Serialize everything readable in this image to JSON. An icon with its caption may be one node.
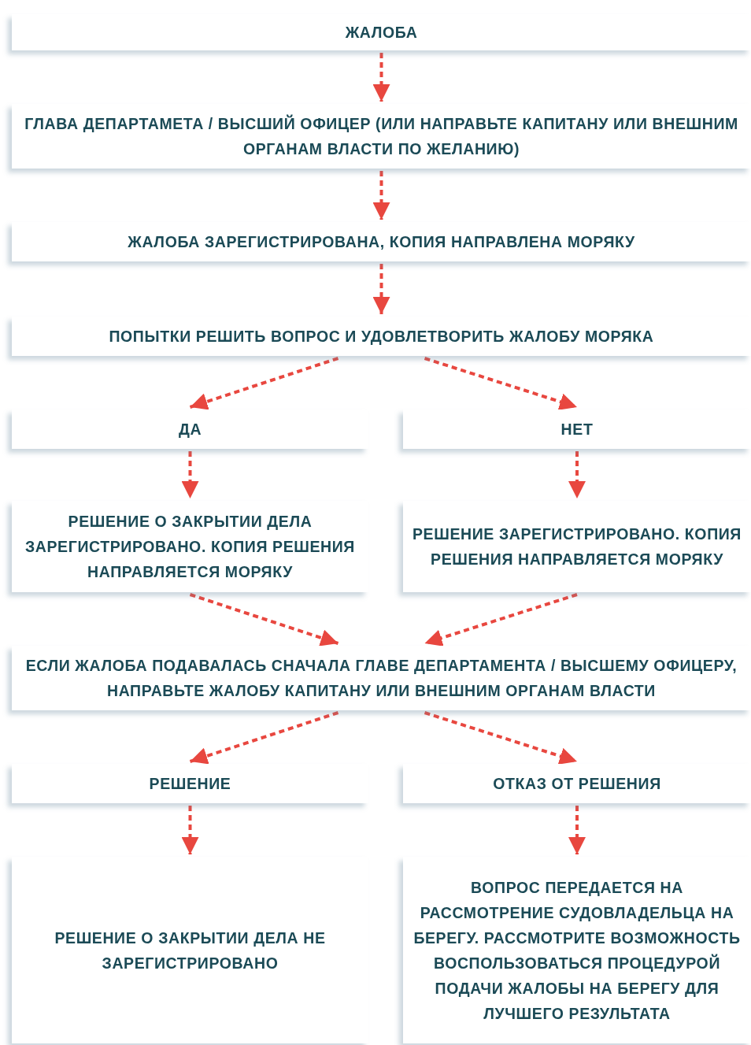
{
  "diagram": {
    "nodes": [
      {
        "text": [
          "ЖАЛОБА"
        ]
      },
      {
        "text": [
          "ГЛАВА ДЕПАРТАМЕТА / ВЫСШИЙ ОФИЦЕР (ИЛИ НАПРАВЬТЕ КАПИТАНУ ИЛИ ВНЕШНИМ ОРГАНАМ ВЛАСТИ ПО ЖЕЛАНИЮ)"
        ]
      },
      {
        "text": [
          "ЖАЛОБА ЗАРЕГИСТРИРОВАНА, КОПИЯ НАПРАВЛЕНА МОРЯКУ"
        ]
      },
      {
        "text": [
          "ПОПЫТКИ РЕШИТЬ ВОПРОС И УДОВЛЕТВОРИТЬ ЖАЛОБУ МОРЯКА"
        ]
      },
      {
        "text": [
          "ДА"
        ]
      },
      {
        "text": [
          "НЕТ"
        ]
      },
      {
        "text": [
          "РЕШЕНИЕ О ЗАКРЫТИИ ДЕЛА ЗАРЕГИСТРИРОВАНО. КОПИЯ РЕШЕНИЯ НАПРАВЛЯЕТСЯ МОРЯКУ"
        ]
      },
      {
        "text": [
          "РЕШЕНИЕ ЗАРЕГИСТРИРОВАНО. КОПИЯ РЕШЕНИЯ НАПРАВЛЯЕТСЯ МОРЯКУ"
        ]
      },
      {
        "text": [
          "ЕСЛИ ЖАЛОБА ПОДАВАЛАСЬ СНАЧАЛА ГЛАВЕ ДЕПАРТАМЕНТА / ВЫСШЕМУ ОФИЦЕРУ, НАПРАВЬТЕ ЖАЛОБУ КАПИТАНУ ИЛИ ВНЕШНИМ ОРГАНАМ ВЛАСТИ"
        ]
      },
      {
        "text": [
          "РЕШЕНИЕ"
        ]
      },
      {
        "text": [
          "ОТКАЗ ОТ РЕШЕНИЯ"
        ]
      },
      {
        "text": [
          "РЕШЕНИЕ О ЗАКРЫТИИ ДЕЛА НЕ ЗАРЕГИСТРИРОВАНО"
        ]
      },
      {
        "text": [
          "ВОПРОС ПЕРЕДАЕТСЯ НА РАССМОТРЕНИЕ СУДОВЛАДЕЛЬЦА НА БЕРЕГУ. РАССМОТРИТЕ ВОЗМОЖНОСТЬ ВОСПОЛЬЗОВАТЬСЯ ПРОЦЕДУРОЙ ПОДАЧИ ЖАЛОБЫ НА БЕРЕГУ ДЛЯ ЛУЧШЕГО РЕЗУЛЬТАТА"
        ]
      }
    ],
    "edges": [
      {
        "from": 0,
        "to": 1,
        "arrow": "to",
        "style": "dashed"
      },
      {
        "from": 1,
        "to": 2,
        "arrow": "to",
        "style": "dashed"
      },
      {
        "from": 2,
        "to": 3,
        "arrow": "to",
        "style": "dashed"
      },
      {
        "from": 3,
        "to": 4,
        "arrow": "to",
        "style": "dashed"
      },
      {
        "from": 3,
        "to": 5,
        "arrow": "to",
        "style": "dashed"
      },
      {
        "from": 4,
        "to": 6,
        "arrow": "to",
        "style": "dashed"
      },
      {
        "from": 5,
        "to": 7,
        "arrow": "to",
        "style": "dashed"
      },
      {
        "from": 6,
        "to": 8,
        "arrow": "to",
        "style": "dashed"
      },
      {
        "from": 7,
        "to": 8,
        "arrow": "to",
        "style": "dashed"
      },
      {
        "from": 8,
        "to": 9,
        "arrow": "to",
        "style": "dashed"
      },
      {
        "from": 8,
        "to": 10,
        "arrow": "to",
        "style": "dashed"
      },
      {
        "from": 9,
        "to": 11,
        "arrow": "to",
        "style": "dashed"
      },
      {
        "from": 10,
        "to": 12,
        "arrow": "to",
        "style": "dashed"
      }
    ]
  }
}
